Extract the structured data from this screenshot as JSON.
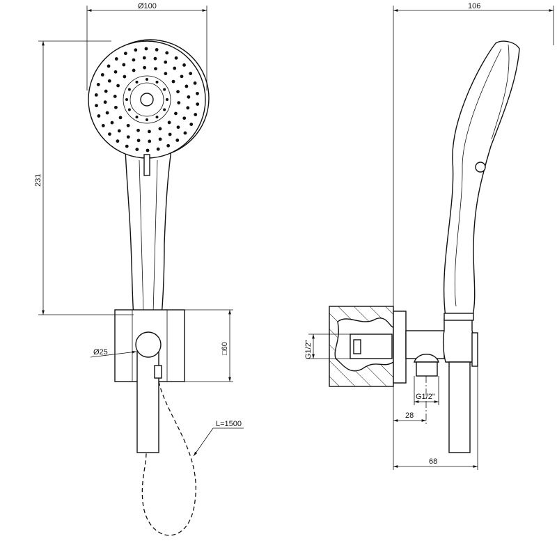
{
  "drawing": {
    "front_view": {
      "head_diameter": "Ø100",
      "overall_height": "231",
      "joint_diameter": "Ø25",
      "plate_size": "□60",
      "hose_length": "L=1500"
    },
    "side_view": {
      "overall_depth": "106",
      "inlet_thread": "G1/2\"",
      "outlet_thread": "G1/2\"",
      "outlet_offset": "28",
      "bracket_depth": "68"
    }
  }
}
